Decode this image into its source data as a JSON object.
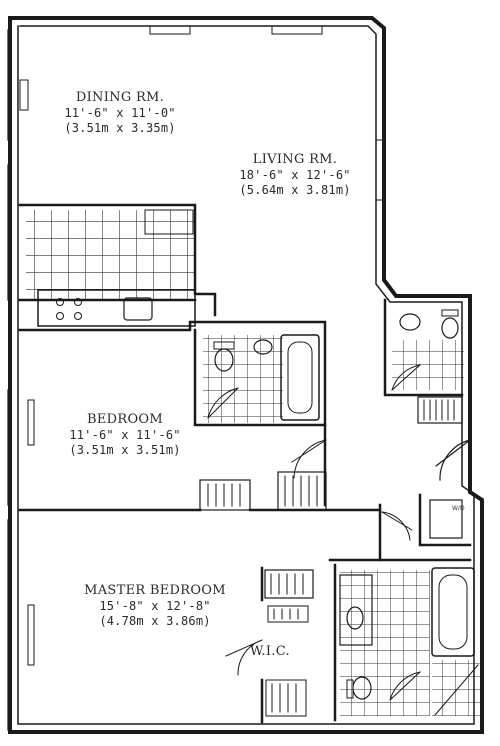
{
  "rooms": {
    "dining": {
      "name": "DINING RM.",
      "dim_ft": "11'-6\" x 11'-0\"",
      "dim_m": "(3.51m x 3.35m)"
    },
    "living": {
      "name": "LIVING RM.",
      "dim_ft": "18'-6\" x 12'-6\"",
      "dim_m": "(5.64m x 3.81m)"
    },
    "bedroom": {
      "name": "BEDROOM",
      "dim_ft": "11'-6\" x 11'-6\"",
      "dim_m": "(3.51m x 3.51m)"
    },
    "master": {
      "name": "MASTER BEDROOM",
      "dim_ft": "15'-8\" x 12'-8\"",
      "dim_m": "(4.78m x 3.86m)"
    },
    "wic": {
      "name": "W.I.C."
    }
  },
  "small_labels": {
    "wd": "W/D"
  },
  "colors": {
    "wall": "#1a1a1a",
    "tile": "#333333",
    "paper": "#ffffff"
  }
}
